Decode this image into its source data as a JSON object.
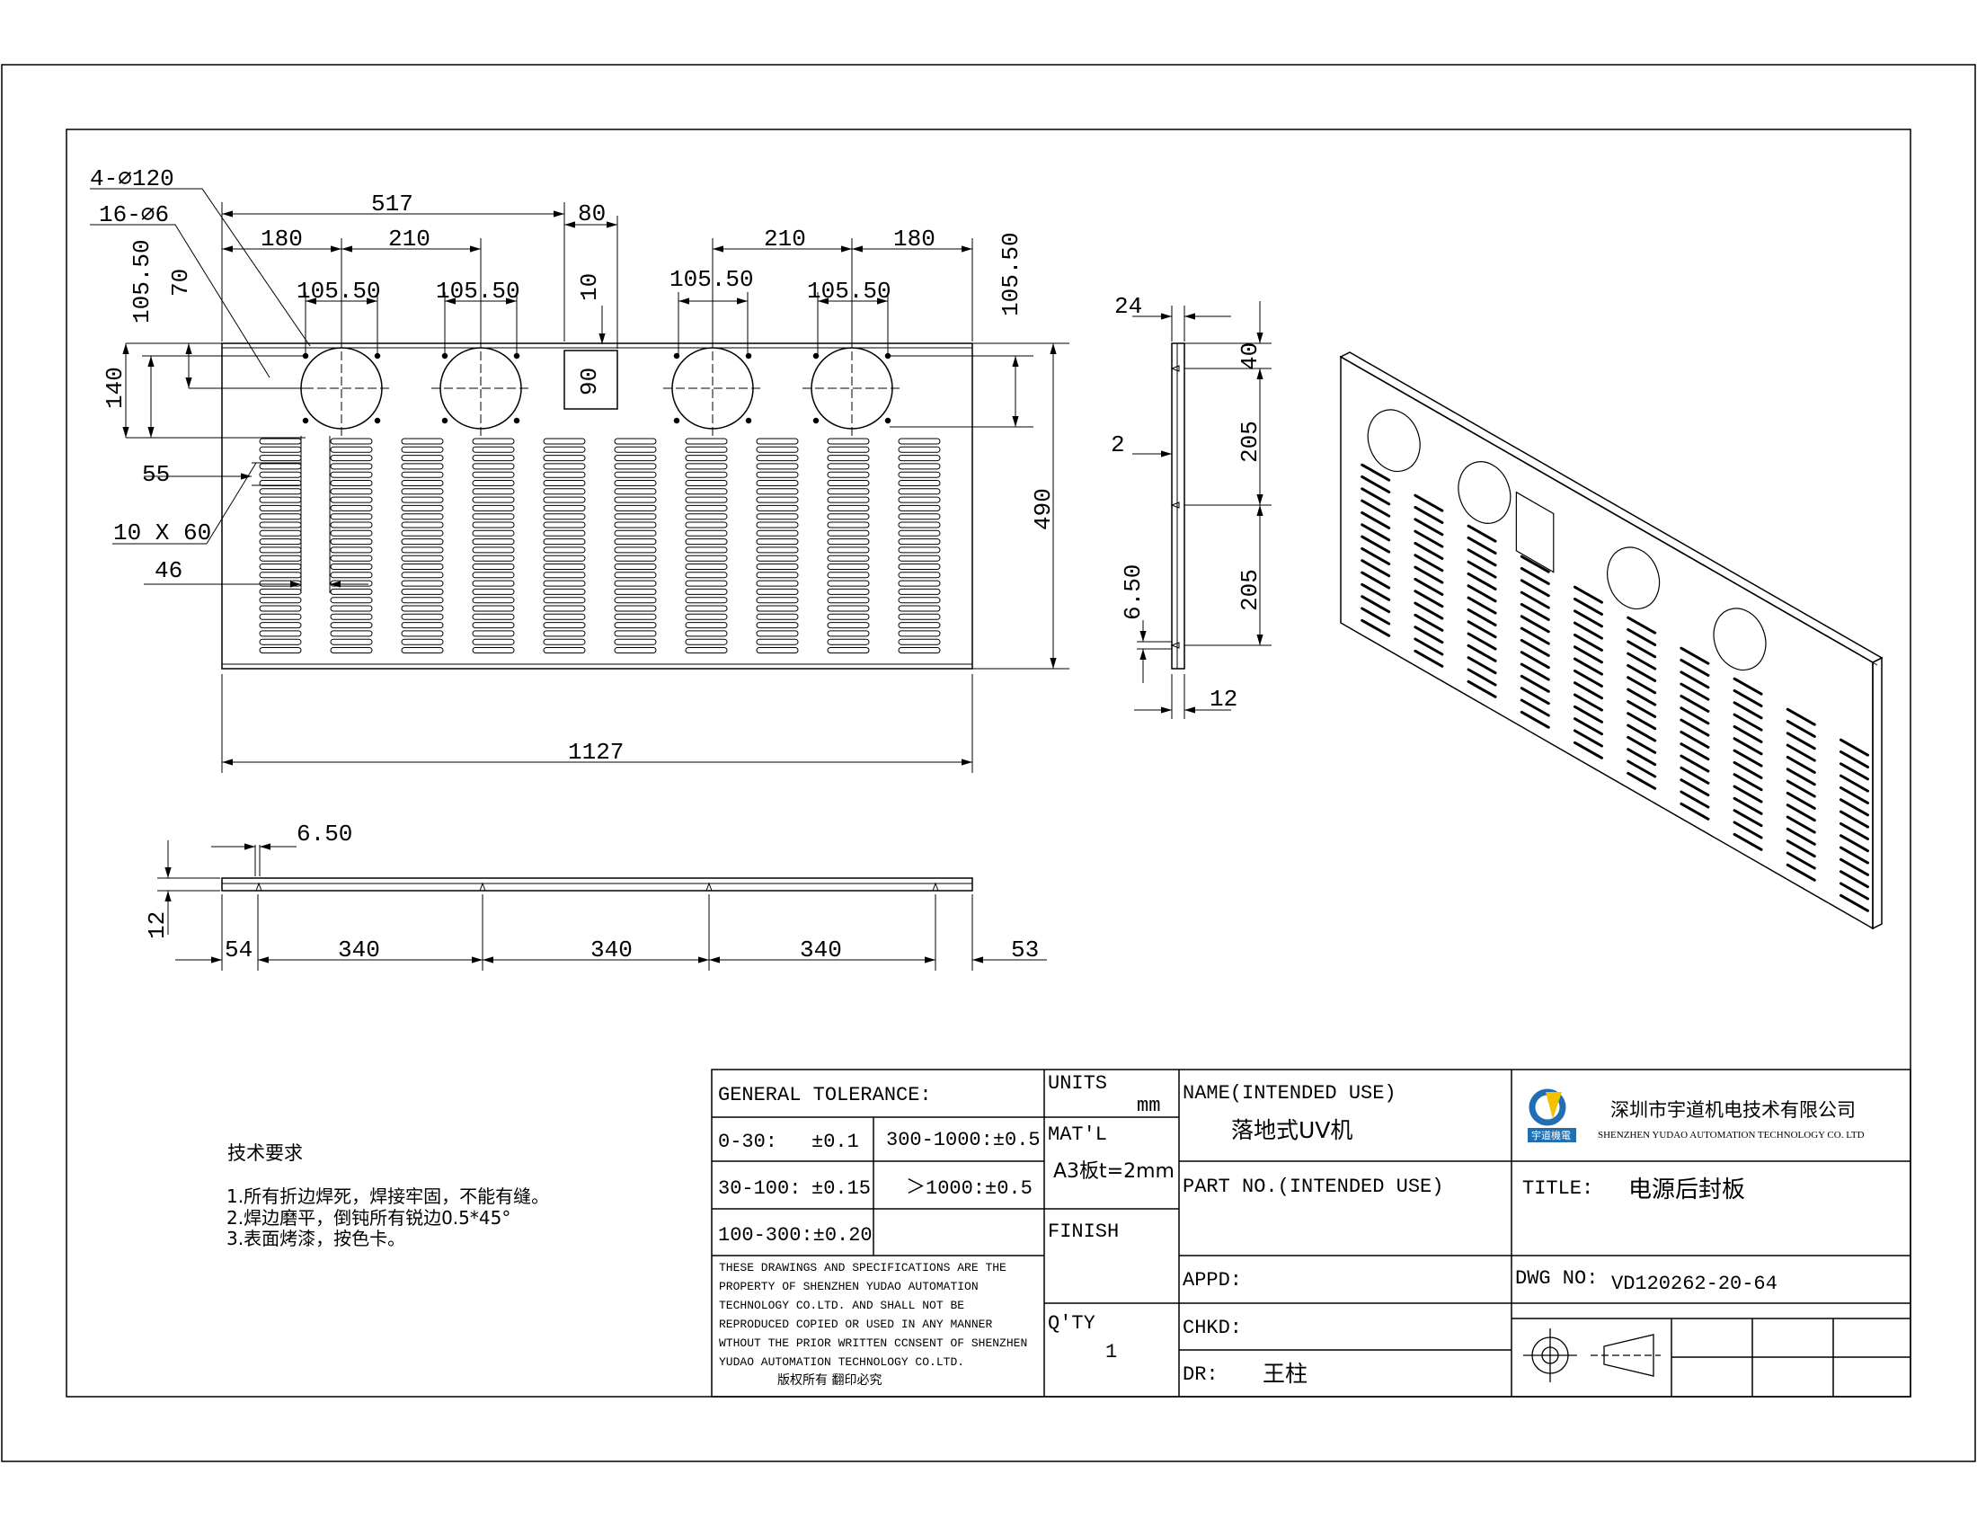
{
  "views": {
    "front": {
      "callout_holes_large": "4-∅120",
      "callout_holes_small": "16-∅6",
      "dims": {
        "d517": "517",
        "d80": "80",
        "d10": "10",
        "d90": "90",
        "d180_left": "180",
        "d210_left": "210",
        "d210_right": "210",
        "d180_right": "180",
        "d105_50_a": "105.50",
        "d105_50_b": "105.50",
        "d105_50_c": "105.50",
        "d105_50_d": "105.50",
        "d105_50_left_vert": "105.50",
        "d105_50_right_vert": "105.50",
        "d70": "70",
        "d140": "140",
        "d55": "55",
        "slot_size": "10 X 60",
        "d46": "46",
        "d490": "490",
        "d1127": "1127"
      }
    },
    "side": {
      "dims": {
        "d24": "24",
        "d40": "40",
        "d2": "2",
        "d205_a": "205",
        "d205_b": "205",
        "d6_50": "6.50",
        "d12": "12"
      }
    },
    "bottom": {
      "dims": {
        "d6_50": "6.50",
        "d12": "12",
        "d54": "54",
        "d340_a": "340",
        "d340_b": "340",
        "d340_c": "340",
        "d53": "53"
      }
    }
  },
  "notes": {
    "title": "技术要求",
    "items": [
      "1.所有折边焊死，焊接牢固，不能有缝。",
      "2.焊边磨平，倒钝所有锐边0.5*45°",
      "3.表面烤漆，按色卡。"
    ]
  },
  "title_block": {
    "general_tolerance": "GENERAL TOLERANCE:",
    "tol_0_30_label": "0-30:",
    "tol_0_30_value": "±0.1",
    "tol_300_1000": "300-1000:±0.5",
    "tol_30_100_label": "30-100:",
    "tol_30_100_value": "±0.15",
    "tol_over_1000": "＞1000:±0.5",
    "tol_100_300": "100-300:±0.20",
    "copyright_lines": [
      "THESE DRAWINGS AND SPECIFICATIONS ARE THE",
      "PROPERTY OF SHENZHEN YUDAO AUTOMATION",
      "TECHNOLOGY CO.LTD.  AND SHALL NOT BE",
      "REPRODUCED COPIED OR USED IN ANY MANNER",
      "WTHOUT THE PRIOR WRITTEN CCNSENT OF SHENZHEN",
      "YUDAO AUTOMATION TECHNOLOGY CO.LTD."
    ],
    "copyright_cn": "版权所有  翻印必究",
    "units_label": "UNITS",
    "units_value": "mm",
    "matl_label": "MAT'L",
    "matl_value": "A3板t=2mm",
    "finish_label": "FINISH",
    "qty_label": "Q'TY",
    "qty_value": "1",
    "name_label": "NAME(INTENDED USE)",
    "name_value": "落地式UV机",
    "part_no_label": "PART NO.(INTENDED USE)",
    "appd_label": "APPD:",
    "chkd_label": "CHKD:",
    "dr_label": "DR:",
    "dr_value": "王柱",
    "company_cn": "深圳市宇道机电技术有限公司",
    "company_en": "SHENZHEN YUDAO AUTOMATION TECHNOLOGY CO. LTD",
    "logo_text": "宇道機電",
    "title_label": "TITLE:",
    "title_value": "电源后封板",
    "dwg_no_label": "DWG NO:",
    "dwg_no_value": "VD120262-20-64"
  },
  "colors": {
    "line": "#000000",
    "logo_blue": "#1f6fb2",
    "logo_yellow": "#f2c200"
  }
}
